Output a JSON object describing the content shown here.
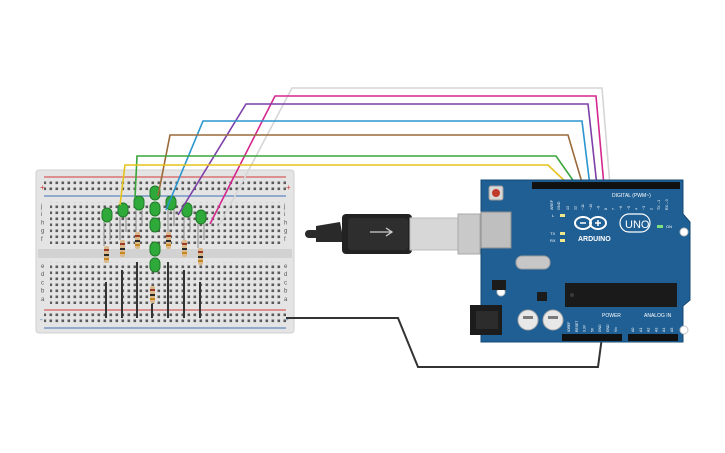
{
  "colors": {
    "background": "#ffffff",
    "breadboard": "#e6e6e6",
    "rail_red": "#d33a3a",
    "rail_blue": "#3a6fb5",
    "board_blue": "#1f5f94",
    "led_green": "#2faa3a",
    "wire_white": "#e8e8e8",
    "wire_pink": "#d4278f",
    "wire_purple": "#7d3fa8",
    "wire_blue": "#2b95cf",
    "wire_brown": "#9b6a3a",
    "wire_green": "#3aa53a",
    "wire_yellow": "#e5c21a",
    "wire_black": "#333333"
  },
  "breadboard": {
    "row_letters_top": [
      "j",
      "i",
      "h",
      "g",
      "f"
    ],
    "row_letters_bottom": [
      "e",
      "d",
      "c",
      "b",
      "a"
    ],
    "rail_plus": "+",
    "rail_minus": "-"
  },
  "arduino": {
    "brand": "ARDUINO",
    "model": "UNO",
    "digital_label": "DIGITAL (PWM~)",
    "power_label": "POWER",
    "analog_label": "ANALOG IN",
    "on_label": "ON",
    "l_label": "L",
    "tx_label": "TX",
    "rx_label": "RX",
    "aref_label": "AREF",
    "gnd_label": "GND",
    "digital_pins": [
      "13",
      "12",
      "~11",
      "~10",
      "~9",
      "8",
      "7",
      "~6",
      "~5",
      "4",
      "~3",
      "2",
      "TX→1",
      "RX←0"
    ],
    "power_pins": [
      "IOREF",
      "RESET",
      "3.3V",
      "5V",
      "GND",
      "GND",
      "Vin"
    ],
    "analog_pins": [
      "A0",
      "A1",
      "A2",
      "A3",
      "A4",
      "A5"
    ]
  }
}
